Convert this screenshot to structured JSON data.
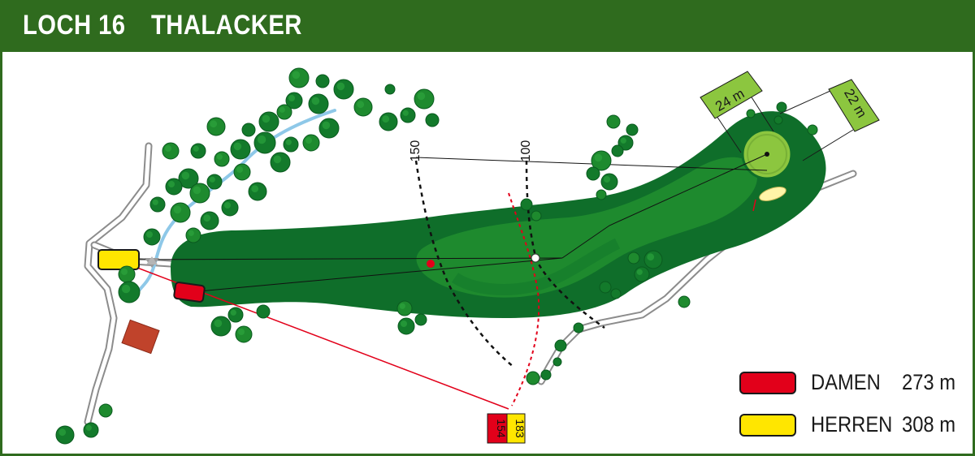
{
  "header": {
    "hole": "LOCH 16",
    "name": "THALACKER"
  },
  "colors": {
    "header_bg": "#2f6b1e",
    "fairway": "#1e8a2e",
    "rough": "#0f6e2a",
    "green": "#8cc63f",
    "ladies": "#e2001a",
    "men": "#ffe600",
    "sand": "#fff5a8",
    "stream": "#8ec8e8",
    "path": "#a9a9a9",
    "building": "#c0432b"
  },
  "green_dimensions": {
    "width": "24 m",
    "depth": "22 m"
  },
  "distance_markers": {
    "arc_150": "150",
    "arc_100": "100",
    "ladies_to_point": "154",
    "men_to_point": "183"
  },
  "legend": [
    {
      "label": "DAMEN",
      "distance": "273 m",
      "color": "#e2001a"
    },
    {
      "label": "HERREN",
      "distance": "308 m",
      "color": "#ffe600"
    }
  ],
  "icons": {
    "tree": "tree-icon",
    "tee": "tee-marker-icon",
    "pin": "pin-icon"
  }
}
